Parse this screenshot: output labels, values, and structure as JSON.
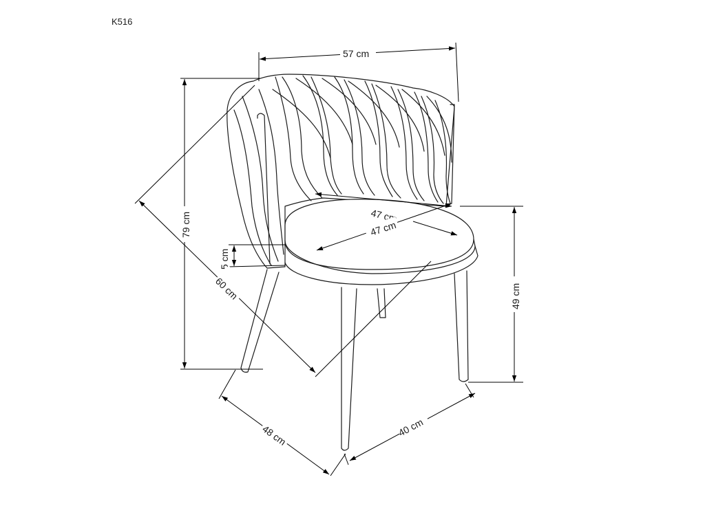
{
  "product_code": "K516",
  "dimensions": {
    "width": "57 cm",
    "height": "79 cm",
    "seat_height": "49 cm",
    "seat_thickness": "5 cm",
    "diagonal_depth": "60 cm",
    "seat_width": "47 cm",
    "seat_depth": "47 cm",
    "base_depth": "48 cm",
    "base_width": "40 cm"
  },
  "colors": {
    "line": "#000000",
    "background": "#ffffff"
  }
}
